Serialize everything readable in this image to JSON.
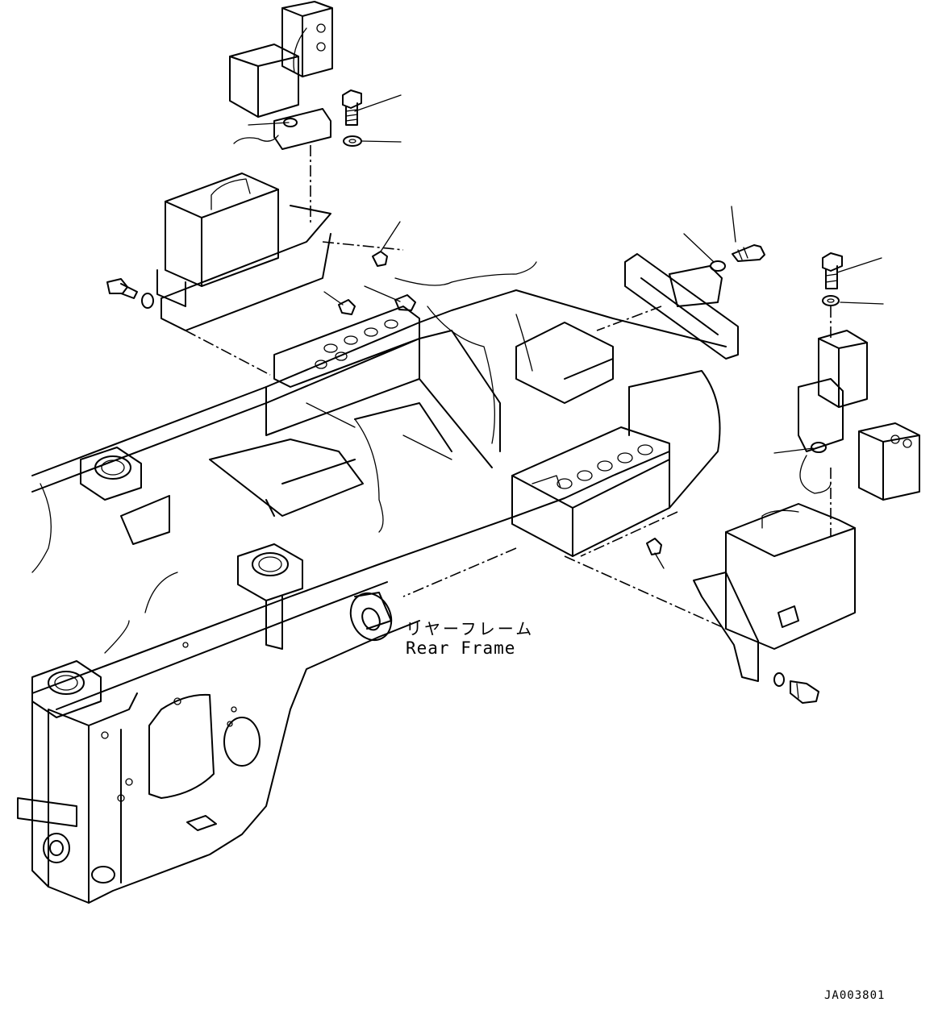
{
  "labels": {
    "rear_frame_jp": "リヤーフレーム",
    "rear_frame_en": "Rear Frame"
  },
  "drawing_id": "JA003801"
}
